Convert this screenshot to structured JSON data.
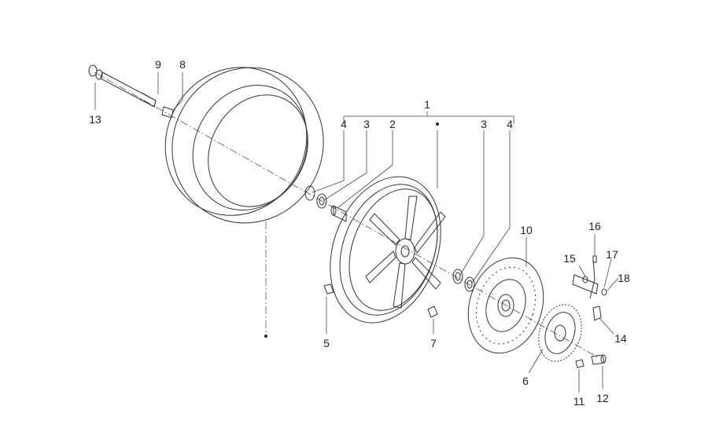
{
  "diagram": {
    "labels": {
      "p1": "1",
      "p2": "2",
      "p3a": "3",
      "p3b": "3",
      "p4a": "4",
      "p4b": "4",
      "p5": "5",
      "p6": "6",
      "p7": "7",
      "p8": "8",
      "p9": "9",
      "p10": "10",
      "p11": "11",
      "p12": "12",
      "p13": "13",
      "p14": "14",
      "p15": "15",
      "p16": "16",
      "p17": "17",
      "p18": "18"
    }
  }
}
